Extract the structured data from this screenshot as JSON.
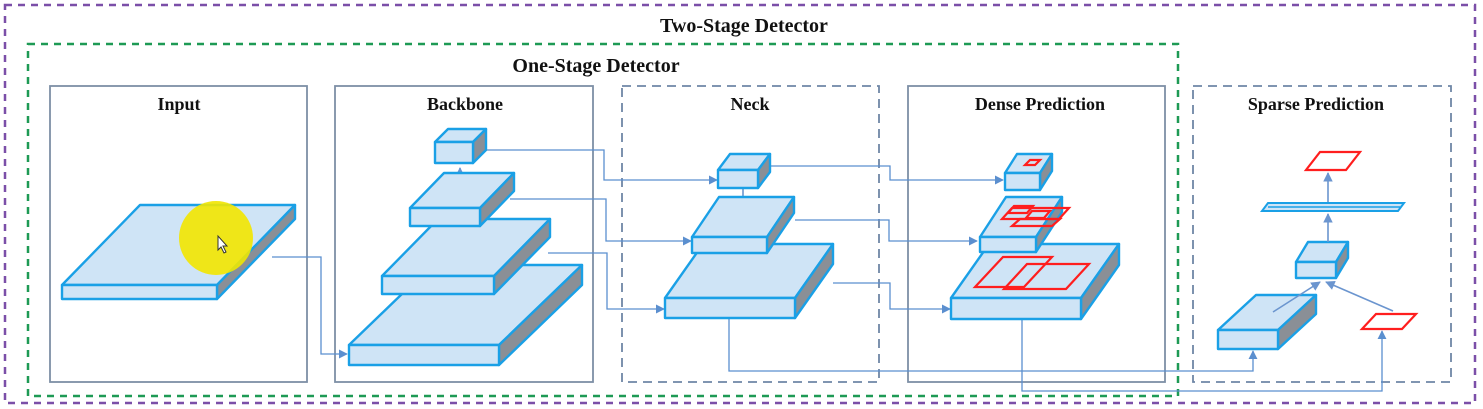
{
  "titles": {
    "two_stage": "Two-Stage Detector",
    "one_stage": "One-Stage Detector"
  },
  "sections": {
    "input": "Input",
    "backbone": "Backbone",
    "neck": "Neck",
    "dense": "Dense Prediction",
    "sparse": "Sparse Prediction"
  },
  "colors": {
    "two_stage_border": "#7b4fa8",
    "one_stage_border": "#1e9a55",
    "panel_solid": "#7d8fa6",
    "panel_dashed": "#6f86a6",
    "block_top": "#cfe4f6",
    "block_side": "#8a8f96",
    "block_edge": "#1aa0e6",
    "prediction_box": "#ff1e1e",
    "cursor_highlight": "#f2e600"
  }
}
